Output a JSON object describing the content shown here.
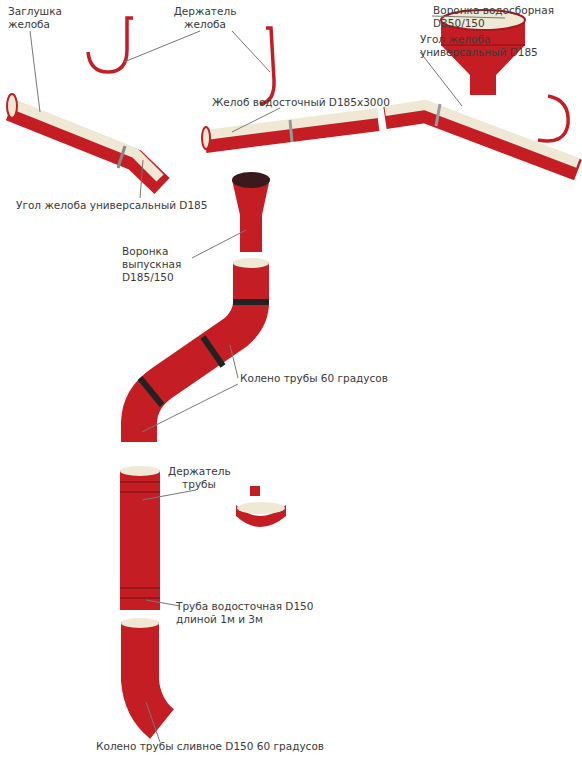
{
  "diagram": {
    "labels": [
      "Заглушка желоба",
      "Держатель желоба",
      "Воронка водосборная D350/150",
      "Угол желоба универсальный D185",
      "Желоб водосточный D185x3000",
      "Угол желоба универсальный D185",
      "Воронка выпускная D185/150",
      "Колено трубы 60 градусов",
      "Держатель трубы",
      "Труба водосточная D150 длиной 1м и 3м",
      "Колено трубы сливное D150 60 градусов"
    ]
  }
}
